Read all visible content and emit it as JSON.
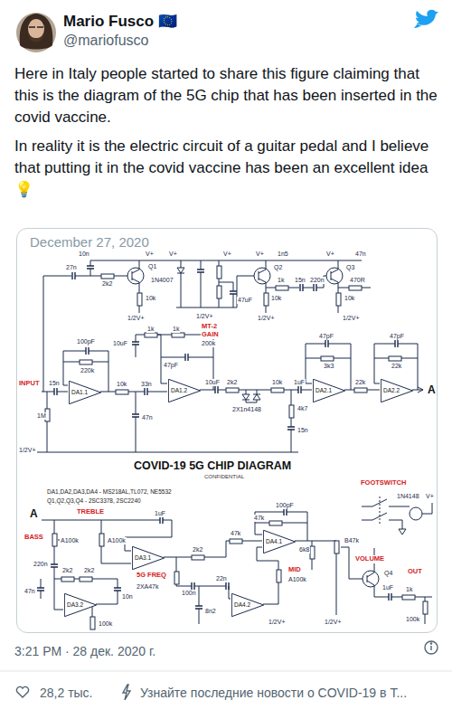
{
  "diagram": {
    "nodes": [
      {
        "text": [
          "December 27, 2020"
        ]
      },
      {
        "text": [
          "DA1.1"
        ],
        "in": 0
      },
      {
        "text": [
          "DA1.2"
        ],
        "in": 0
      },
      {
        "text": [
          "DA2.1"
        ],
        "in": 0
      },
      {
        "text": [
          "DA2.2"
        ],
        "in": 0
      },
      {
        "text": [
          "DA3.1"
        ],
        "in": 0
      },
      {
        "text": [
          "DA3.2"
        ],
        "in": 0
      },
      {
        "text": [
          "DA4.1"
        ],
        "in": 0
      },
      {
        "text": [
          "DA4.2"
        ],
        "in": 0
      }
    ],
    "labels": [
      "Mario Fusco 🇪🇺",
      "@mariofusco",
      "Here in Italy people started to share this figure claiming that this is the diagram of the 5G chip that has been inserted in the covid vaccine.",
      "In reality it is the electric circuit of a guitar pedal and I believe that putting it in the covid vaccine has been an excellent idea💡",
      "10n",
      "Q1",
      "27n",
      "2k2",
      "10k",
      "1/2V+",
      "V+",
      "V+",
      "V+",
      "1N4007",
      "1/2V+",
      "47uF",
      "V+",
      "1n5",
      "Q2",
      "10k",
      "1/2V+",
      "1k",
      "15n",
      "220n",
      "V+",
      "47n",
      "Q3",
      "470R",
      "10k",
      "1/2V+",
      "1k",
      "1k",
      "10uF",
      "MT-2",
      "GAIN",
      "200k",
      "100pF",
      "220k",
      "47pF",
      "47pF",
      "3k3",
      "47pF",
      "22k",
      "INPUT",
      "15n",
      "10k",
      "33n",
      "10uF",
      "2k2",
      "10k",
      "1uF",
      "22k",
      "A",
      "2X1n4148",
      "1M",
      "47n",
      "4k7",
      "15n",
      "1/2V+",
      "COVID-19 5G CHIP DIAGRAM",
      "CONFIDENTIAL",
      "DA1,DA2,DA3,DA4 - MS218AL,TL072, NE5532",
      "Q1,Q2,Q3,Q4 - 2SC3378, 2SC2240",
      "FOOTSWITCH",
      "1N4148",
      "V+",
      "A",
      "TREBLE",
      "BASS",
      "A100k",
      "A100k",
      "1uF",
      "220n",
      "47n",
      "2k2",
      "2k2",
      "10n",
      "100k",
      "5G FREQ",
      "2XA47k",
      "100n",
      "8n2",
      "22n",
      "2k2",
      "47k",
      "47k",
      "100pF",
      "6k8",
      "MID",
      "A100k",
      "VOLUME",
      "B47k",
      "1uF",
      "1k",
      "OUT",
      "100k",
      "1/2V+",
      "1/2V+",
      "Q4",
      "3:21 PM · 28 дек. 2020 г.",
      "28,2 тыс.",
      "Узнайте последние новости о COVID-19 в Т..."
    ]
  }
}
